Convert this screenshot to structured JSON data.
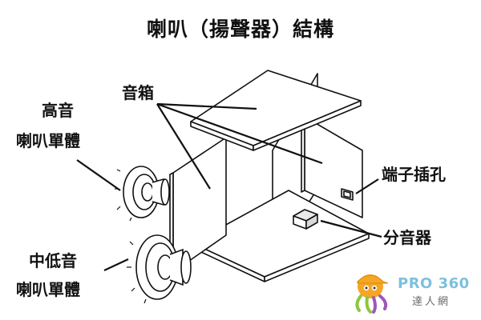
{
  "title": "喇叭（揚聲器）結構",
  "labels": {
    "enclosure": "音箱",
    "tweeter_line1": "高音",
    "tweeter_line2": "喇叭單體",
    "terminal": "端子插孔",
    "crossover": "分音器",
    "woofer_line1": "中低音",
    "woofer_line2": "喇叭單體"
  },
  "logo": {
    "wordmark": "PRO 360",
    "tagline": "達人網",
    "colors": {
      "blue": "#7dc0dd",
      "orange": "#f6a623",
      "green": "#8cc63f",
      "purple": "#9b59b6"
    }
  }
}
